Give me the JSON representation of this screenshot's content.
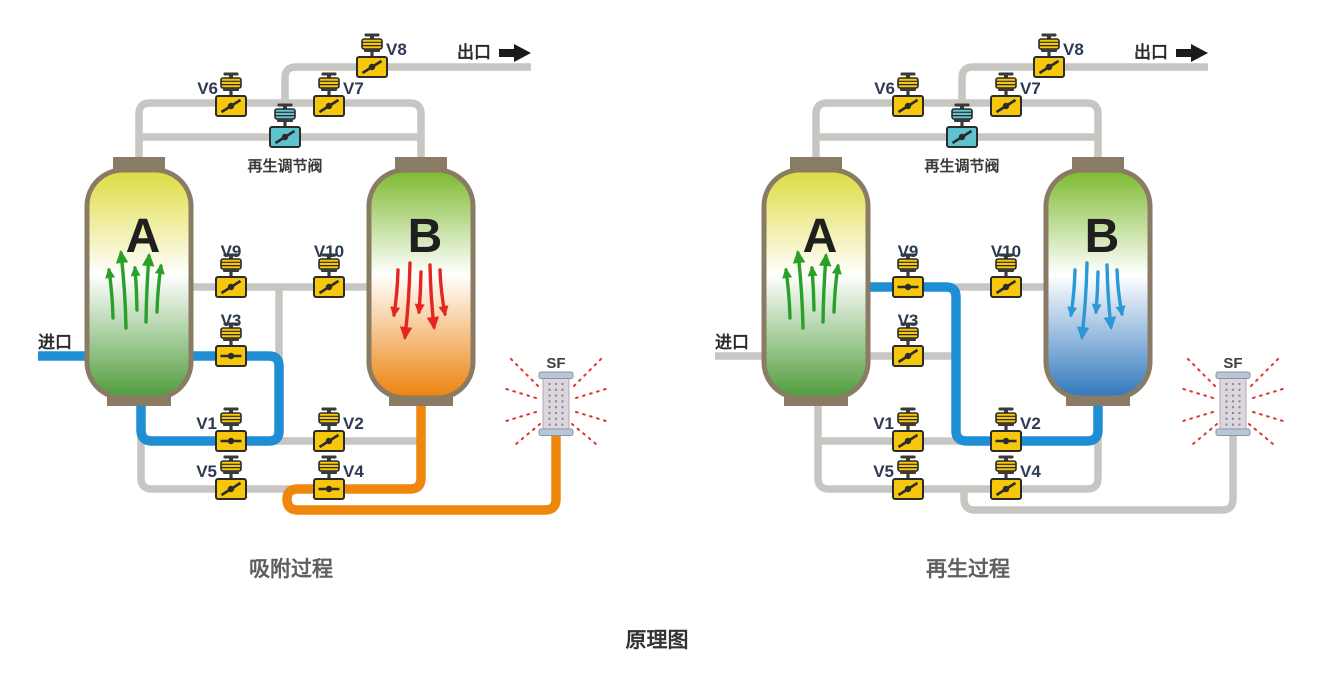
{
  "title": "原理图",
  "shared": {
    "inlet_label": "进口",
    "outlet_label": "出口",
    "regen_valve_label": "再生调节阀",
    "silencer_label": "SF",
    "tower_a_label": "A",
    "tower_b_label": "B",
    "valve_ids": [
      "V1",
      "V2",
      "V3",
      "V4",
      "V5",
      "V6",
      "V7",
      "V8",
      "V9",
      "V10"
    ]
  },
  "colors": {
    "pipe_idle": "#c7c6c2",
    "pipe_active_blue": "#1e8fd5",
    "pipe_regen_orange": "#f0870d",
    "valve_yellow": "#f6c70a",
    "valve_cyan": "#5fc3cf",
    "valve_outline": "#2b2b2b",
    "valve_label": "#2c3a52",
    "actuator_dark": "#3a3a3a",
    "tower_border": "#8a7c64",
    "tower_yellow": "#dedb3f",
    "tower_green_dark": "#4f9c3c",
    "tower_green_top": "#7cb92e",
    "tower_orange": "#ec820c",
    "tower_blue": "#3077bd",
    "arrow_green": "#2aa02a",
    "arrow_red": "#e62420",
    "arrow_blue": "#2b99d6",
    "spray_red": "#e0342b",
    "silencer_body": "#dcd6de",
    "silencer_cap": "#b8c6d6",
    "text_dark": "#2b2b2b",
    "caption_color": "#5f5f5f",
    "title_color": "#333333"
  },
  "diagrams": [
    {
      "id": "adsorption",
      "caption": "吸附过程",
      "tower_a": {
        "arrows": "up",
        "arrow_color": "arrow_green",
        "gradient": [
          "tower_yellow",
          "#ffffff",
          "tower_green_dark"
        ]
      },
      "tower_b": {
        "arrows": "down",
        "arrow_color": "arrow_red",
        "gradient": [
          "tower_green_top",
          "#ffffff",
          "tower_orange"
        ]
      },
      "valves": {
        "V1": "open",
        "V2": "closed",
        "V3": "open",
        "V4": "open",
        "V5": "closed",
        "V6": "closed",
        "V7": "closed",
        "V8": "closed",
        "V9": "closed",
        "V10": "closed",
        "regen": "closed"
      },
      "flows": [
        {
          "name": "wet-air-inlet-path",
          "color": "pipe_active_blue"
        },
        {
          "name": "regen-exhaust-path",
          "color": "pipe_regen_orange"
        }
      ]
    },
    {
      "id": "regeneration",
      "caption": "再生过程",
      "tower_a": {
        "arrows": "up",
        "arrow_color": "arrow_green",
        "gradient": [
          "tower_yellow",
          "#ffffff",
          "tower_green_dark"
        ]
      },
      "tower_b": {
        "arrows": "down",
        "arrow_color": "arrow_blue",
        "gradient": [
          "tower_green_top",
          "#ffffff",
          "tower_blue"
        ]
      },
      "valves": {
        "V1": "closed",
        "V2": "open",
        "V3": "closed",
        "V4": "closed",
        "V5": "closed",
        "V6": "closed",
        "V7": "closed",
        "V8": "closed",
        "V9": "open",
        "V10": "closed",
        "regen": "closed"
      },
      "flows": [
        {
          "name": "purge-air-path",
          "color": "pipe_active_blue"
        }
      ]
    }
  ]
}
